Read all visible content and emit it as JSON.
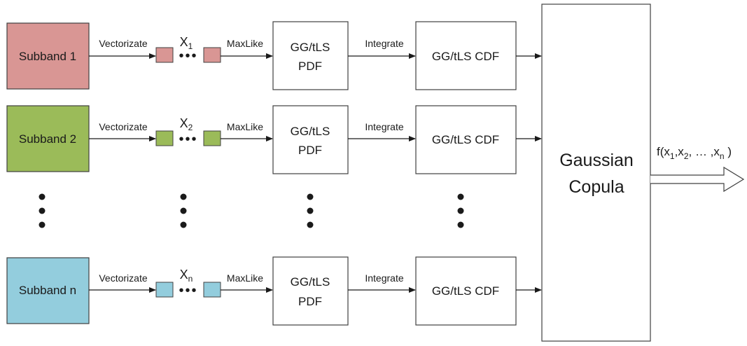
{
  "colors": {
    "row1_fill": "#d99694",
    "row2_fill": "#9bbb59",
    "row3_fill": "#93cddd",
    "stroke": "#404040",
    "background": "#ffffff"
  },
  "rows": [
    {
      "subband_label": "Subband 1",
      "vectorize_label": "Vectorizate",
      "variable_base": "X",
      "variable_sub": "1",
      "dots": "•••",
      "maxlike_label": "MaxLike",
      "pdf_line1": "GG/tLS",
      "pdf_line2": "PDF",
      "integrate_label": "Integrate",
      "cdf_label": "GG/tLS CDF"
    },
    {
      "subband_label": "Subband 2",
      "vectorize_label": "Vectorizate",
      "variable_base": "X",
      "variable_sub": "2",
      "dots": "•••",
      "maxlike_label": "MaxLike",
      "pdf_line1": "GG/tLS",
      "pdf_line2": "PDF",
      "integrate_label": "Integrate",
      "cdf_label": "GG/tLS CDF"
    },
    {
      "subband_label": "Subband n",
      "vectorize_label": "Vectorizate",
      "variable_base": "X",
      "variable_sub": "n",
      "dots": "•••",
      "maxlike_label": "MaxLike",
      "pdf_line1": "GG/tLS",
      "pdf_line2": "PDF",
      "integrate_label": "Integrate",
      "cdf_label": "GG/tLS CDF"
    }
  ],
  "copula": {
    "line1": "Gaussian",
    "line2": "Copula"
  },
  "output": {
    "f_open": "f(x",
    "sub1": "1",
    "sep1": ",x",
    "sub2": "2",
    "sep2": ", … ,x",
    "subn": "n",
    "close": " )"
  }
}
